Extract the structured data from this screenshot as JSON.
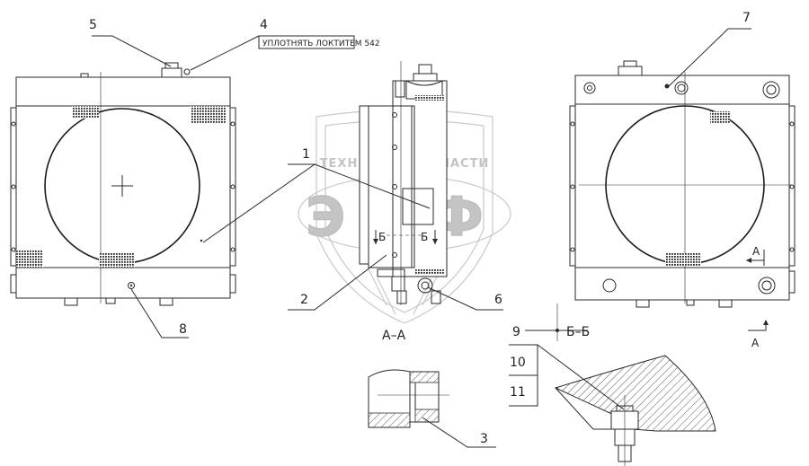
{
  "callouts": {
    "c1": "1",
    "c2": "2",
    "c3": "3",
    "c4": "4",
    "c5": "5",
    "c6": "6",
    "c7": "7",
    "c8": "8",
    "c9": "9",
    "c10": "10",
    "c11": "11"
  },
  "notes": {
    "seal_note": "УПЛОТНЯТЬ ЛОКТИТЕМ 542"
  },
  "section_labels": {
    "a_a": "А–А",
    "b_b": "Б–Б",
    "a_left": "А",
    "a_right": "А",
    "b_left": "Б",
    "b_right": "Б"
  },
  "watermark": {
    "top_text": "ТЕХНИКА ◎ ЗАПЧАСТИ",
    "big_letters": "ЭПФ"
  }
}
